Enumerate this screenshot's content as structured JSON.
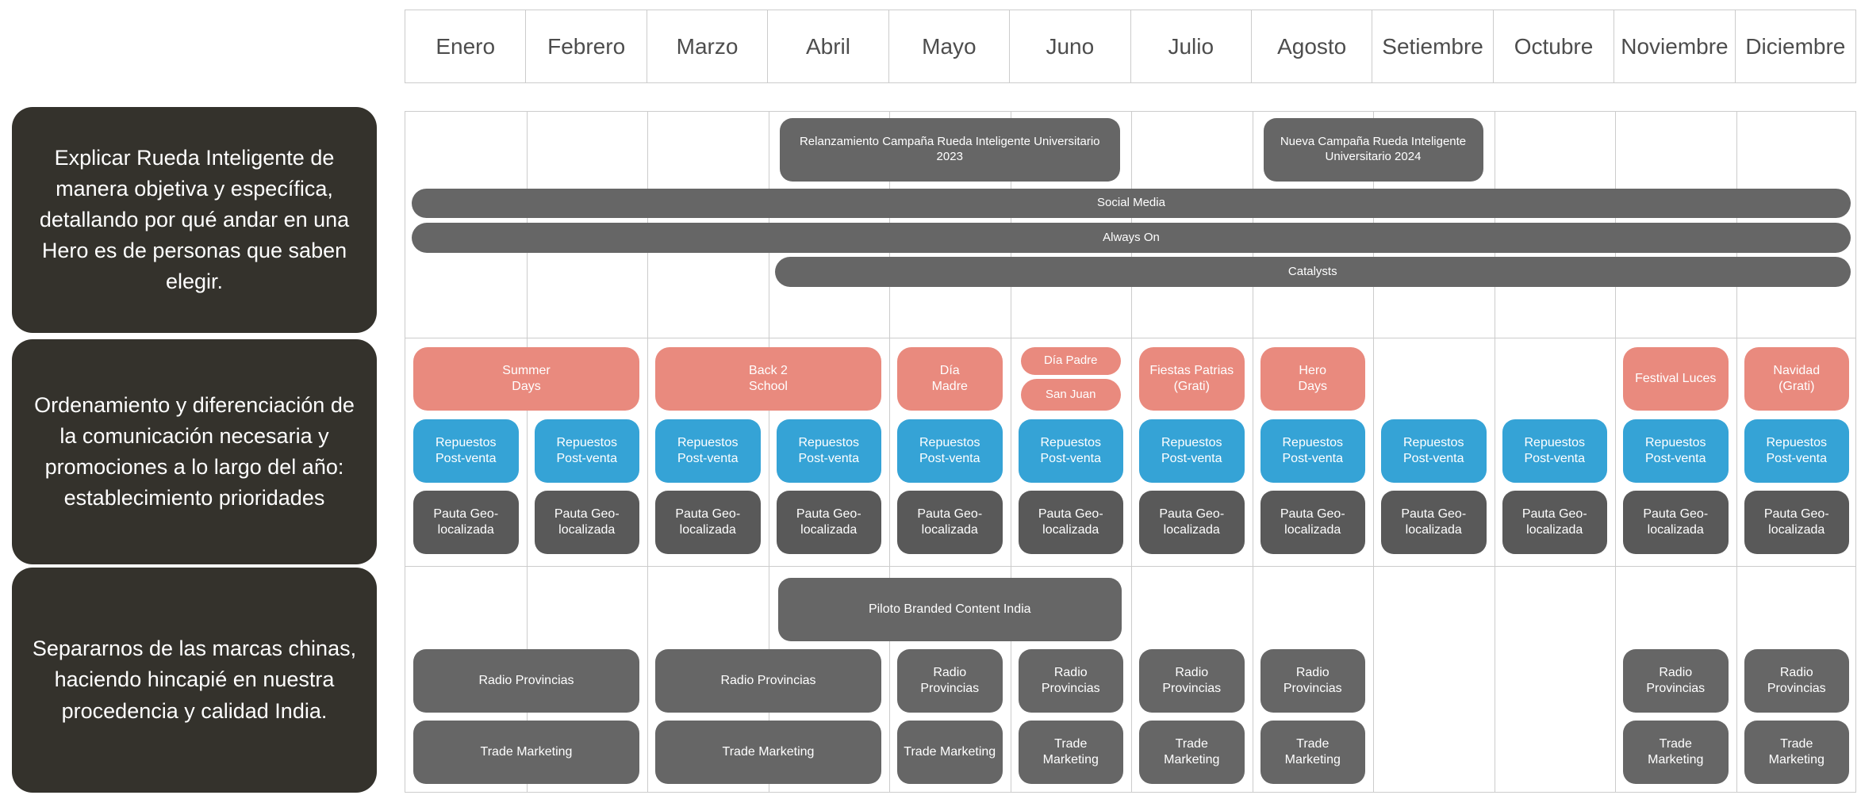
{
  "objectives": [
    {
      "text": "Explicar Rueda Inteligente de manera objetiva y específica, detallando por qué andar en una Hero es de personas que saben elegir."
    },
    {
      "text": "Ordenamiento y diferenciación de la comunicación necesaria y promociones a lo largo del año: establecimiento prioridades"
    },
    {
      "text": "Separarnos de las marcas chinas, haciendo hincapié en nuestra procedencia y calidad India."
    }
  ],
  "colors": {
    "background": "#FFFFFF",
    "sidebar_box": "#34322C",
    "bar_gray": "#666666",
    "box_deep_gray": "#595959",
    "box_blue": "#35A3D6",
    "box_salmon": "#E98A7E",
    "grid_line": "#CCCCCC",
    "month_text": "#4D4D4D",
    "event_text": "#FFFFFF"
  },
  "calendar": {
    "months": [
      "Enero",
      "Febrero",
      "Marzo",
      "Abril",
      "Mayo",
      "Juno",
      "Julio",
      "Agosto",
      "Setiembre",
      "Octubre",
      "Noviembre",
      "Diciembre"
    ],
    "events": [
      {
        "id": "relanzamiento-campana-2023",
        "row": "campaign",
        "start": 4,
        "span": 3,
        "color": "gray",
        "label": "Relanzamiento Campaña Rueda Inteligente Universitario\n2023"
      },
      {
        "id": "nueva-campana-2024",
        "row": "campaign",
        "start": 8,
        "span": 2,
        "color": "gray",
        "label": "Nueva Campaña Rueda Inteligente\nUniversitario 2024"
      },
      {
        "id": "social-media-bar",
        "row": "bar1",
        "start": 1,
        "span": 12,
        "color": "gray",
        "label": "Social Media"
      },
      {
        "id": "always-on-bar",
        "row": "bar2",
        "start": 1,
        "span": 12,
        "color": "gray",
        "label": "Always On"
      },
      {
        "id": "catalysts-bar",
        "row": "bar3",
        "start": 4,
        "span": 9,
        "color": "gray",
        "label": "Catalysts"
      },
      {
        "id": "summer-days",
        "row": "holiday",
        "start": 1,
        "span": 2,
        "color": "salmon",
        "label": "Summer\nDays"
      },
      {
        "id": "back-2-school",
        "row": "holiday",
        "start": 3,
        "span": 2,
        "color": "salmon",
        "label": "Back 2\nSchool"
      },
      {
        "id": "dia-madre",
        "row": "holiday",
        "start": 5,
        "span": 1,
        "color": "salmon",
        "label": "Día\nMadre"
      },
      {
        "id": "dia-padre",
        "row": "holidayA",
        "start": 6,
        "span": 1,
        "color": "salmon",
        "label": "Día Padre"
      },
      {
        "id": "san-juan",
        "row": "holidayB",
        "start": 6,
        "span": 1,
        "color": "salmon",
        "label": "San Juan"
      },
      {
        "id": "fiestas-patrias-grati",
        "row": "holiday",
        "start": 7,
        "span": 1,
        "color": "salmon",
        "label": "Fiestas Patrias\n(Grati)"
      },
      {
        "id": "hero-days",
        "row": "holiday",
        "start": 8,
        "span": 1,
        "color": "salmon",
        "label": "Hero\nDays"
      },
      {
        "id": "festival-luces",
        "row": "holiday",
        "start": 11,
        "span": 1,
        "color": "salmon",
        "label": "Festival Luces"
      },
      {
        "id": "navidad-grati",
        "row": "holiday",
        "start": 12,
        "span": 1,
        "color": "salmon",
        "label": "Navidad\n(Grati)"
      },
      {
        "id": "repuestos-post-venta",
        "row": "repuestos",
        "start": 1,
        "span": 1,
        "repeat": 12,
        "color": "blue",
        "label": "Repuestos\nPost-venta"
      },
      {
        "id": "pauta-geo-localizada",
        "row": "pauta",
        "start": 1,
        "span": 1,
        "repeat": 12,
        "color": "deep",
        "label": "Pauta Geo-\nlocalizada"
      },
      {
        "id": "piloto-branded-content-india",
        "row": "piloto",
        "start": 4,
        "span": 3,
        "color": "gray",
        "label": "Piloto Branded Content India"
      },
      {
        "id": "radio-provincias-ene-feb",
        "row": "radio",
        "start": 1,
        "span": 2,
        "color": "gray",
        "label": "Radio Provincias"
      },
      {
        "id": "radio-provincias-mar-abr",
        "row": "radio",
        "start": 3,
        "span": 2,
        "color": "gray",
        "label": "Radio Provincias"
      },
      {
        "id": "radio-provincias-may",
        "row": "radio",
        "start": 5,
        "span": 1,
        "color": "gray",
        "label": "Radio\nProvincias"
      },
      {
        "id": "radio-provincias-jun",
        "row": "radio",
        "start": 6,
        "span": 1,
        "color": "gray",
        "label": "Radio\nProvincias"
      },
      {
        "id": "radio-provincias-jul",
        "row": "radio",
        "start": 7,
        "span": 1,
        "color": "gray",
        "label": "Radio\nProvincias"
      },
      {
        "id": "radio-provincias-ago",
        "row": "radio",
        "start": 8,
        "span": 1,
        "color": "gray",
        "label": "Radio\nProvincias"
      },
      {
        "id": "radio-provincias-nov",
        "row": "radio",
        "start": 11,
        "span": 1,
        "color": "gray",
        "label": "Radio\nProvincias"
      },
      {
        "id": "radio-provincias-dic",
        "row": "radio",
        "start": 12,
        "span": 1,
        "color": "gray",
        "label": "Radio\nProvincias"
      },
      {
        "id": "trade-marketing-ene-feb",
        "row": "trade",
        "start": 1,
        "span": 2,
        "color": "gray",
        "label": "Trade Marketing"
      },
      {
        "id": "trade-marketing-mar-abr",
        "row": "trade",
        "start": 3,
        "span": 2,
        "color": "gray",
        "label": "Trade Marketing"
      },
      {
        "id": "trade-marketing-may",
        "row": "trade",
        "start": 5,
        "span": 1,
        "color": "gray",
        "label": "Trade Marketing"
      },
      {
        "id": "trade-marketing-jun",
        "row": "trade",
        "start": 6,
        "span": 1,
        "color": "gray",
        "label": "Trade\nMarketing"
      },
      {
        "id": "trade-marketing-jul",
        "row": "trade",
        "start": 7,
        "span": 1,
        "color": "gray",
        "label": "Trade\nMarketing"
      },
      {
        "id": "trade-marketing-ago",
        "row": "trade",
        "start": 8,
        "span": 1,
        "color": "gray",
        "label": "Trade\nMarketing"
      },
      {
        "id": "trade-marketing-nov",
        "row": "trade",
        "start": 11,
        "span": 1,
        "color": "gray",
        "label": "Trade\nMarketing"
      },
      {
        "id": "trade-marketing-dic",
        "row": "trade",
        "start": 12,
        "span": 1,
        "color": "gray",
        "label": "Trade\nMarketing"
      }
    ]
  }
}
